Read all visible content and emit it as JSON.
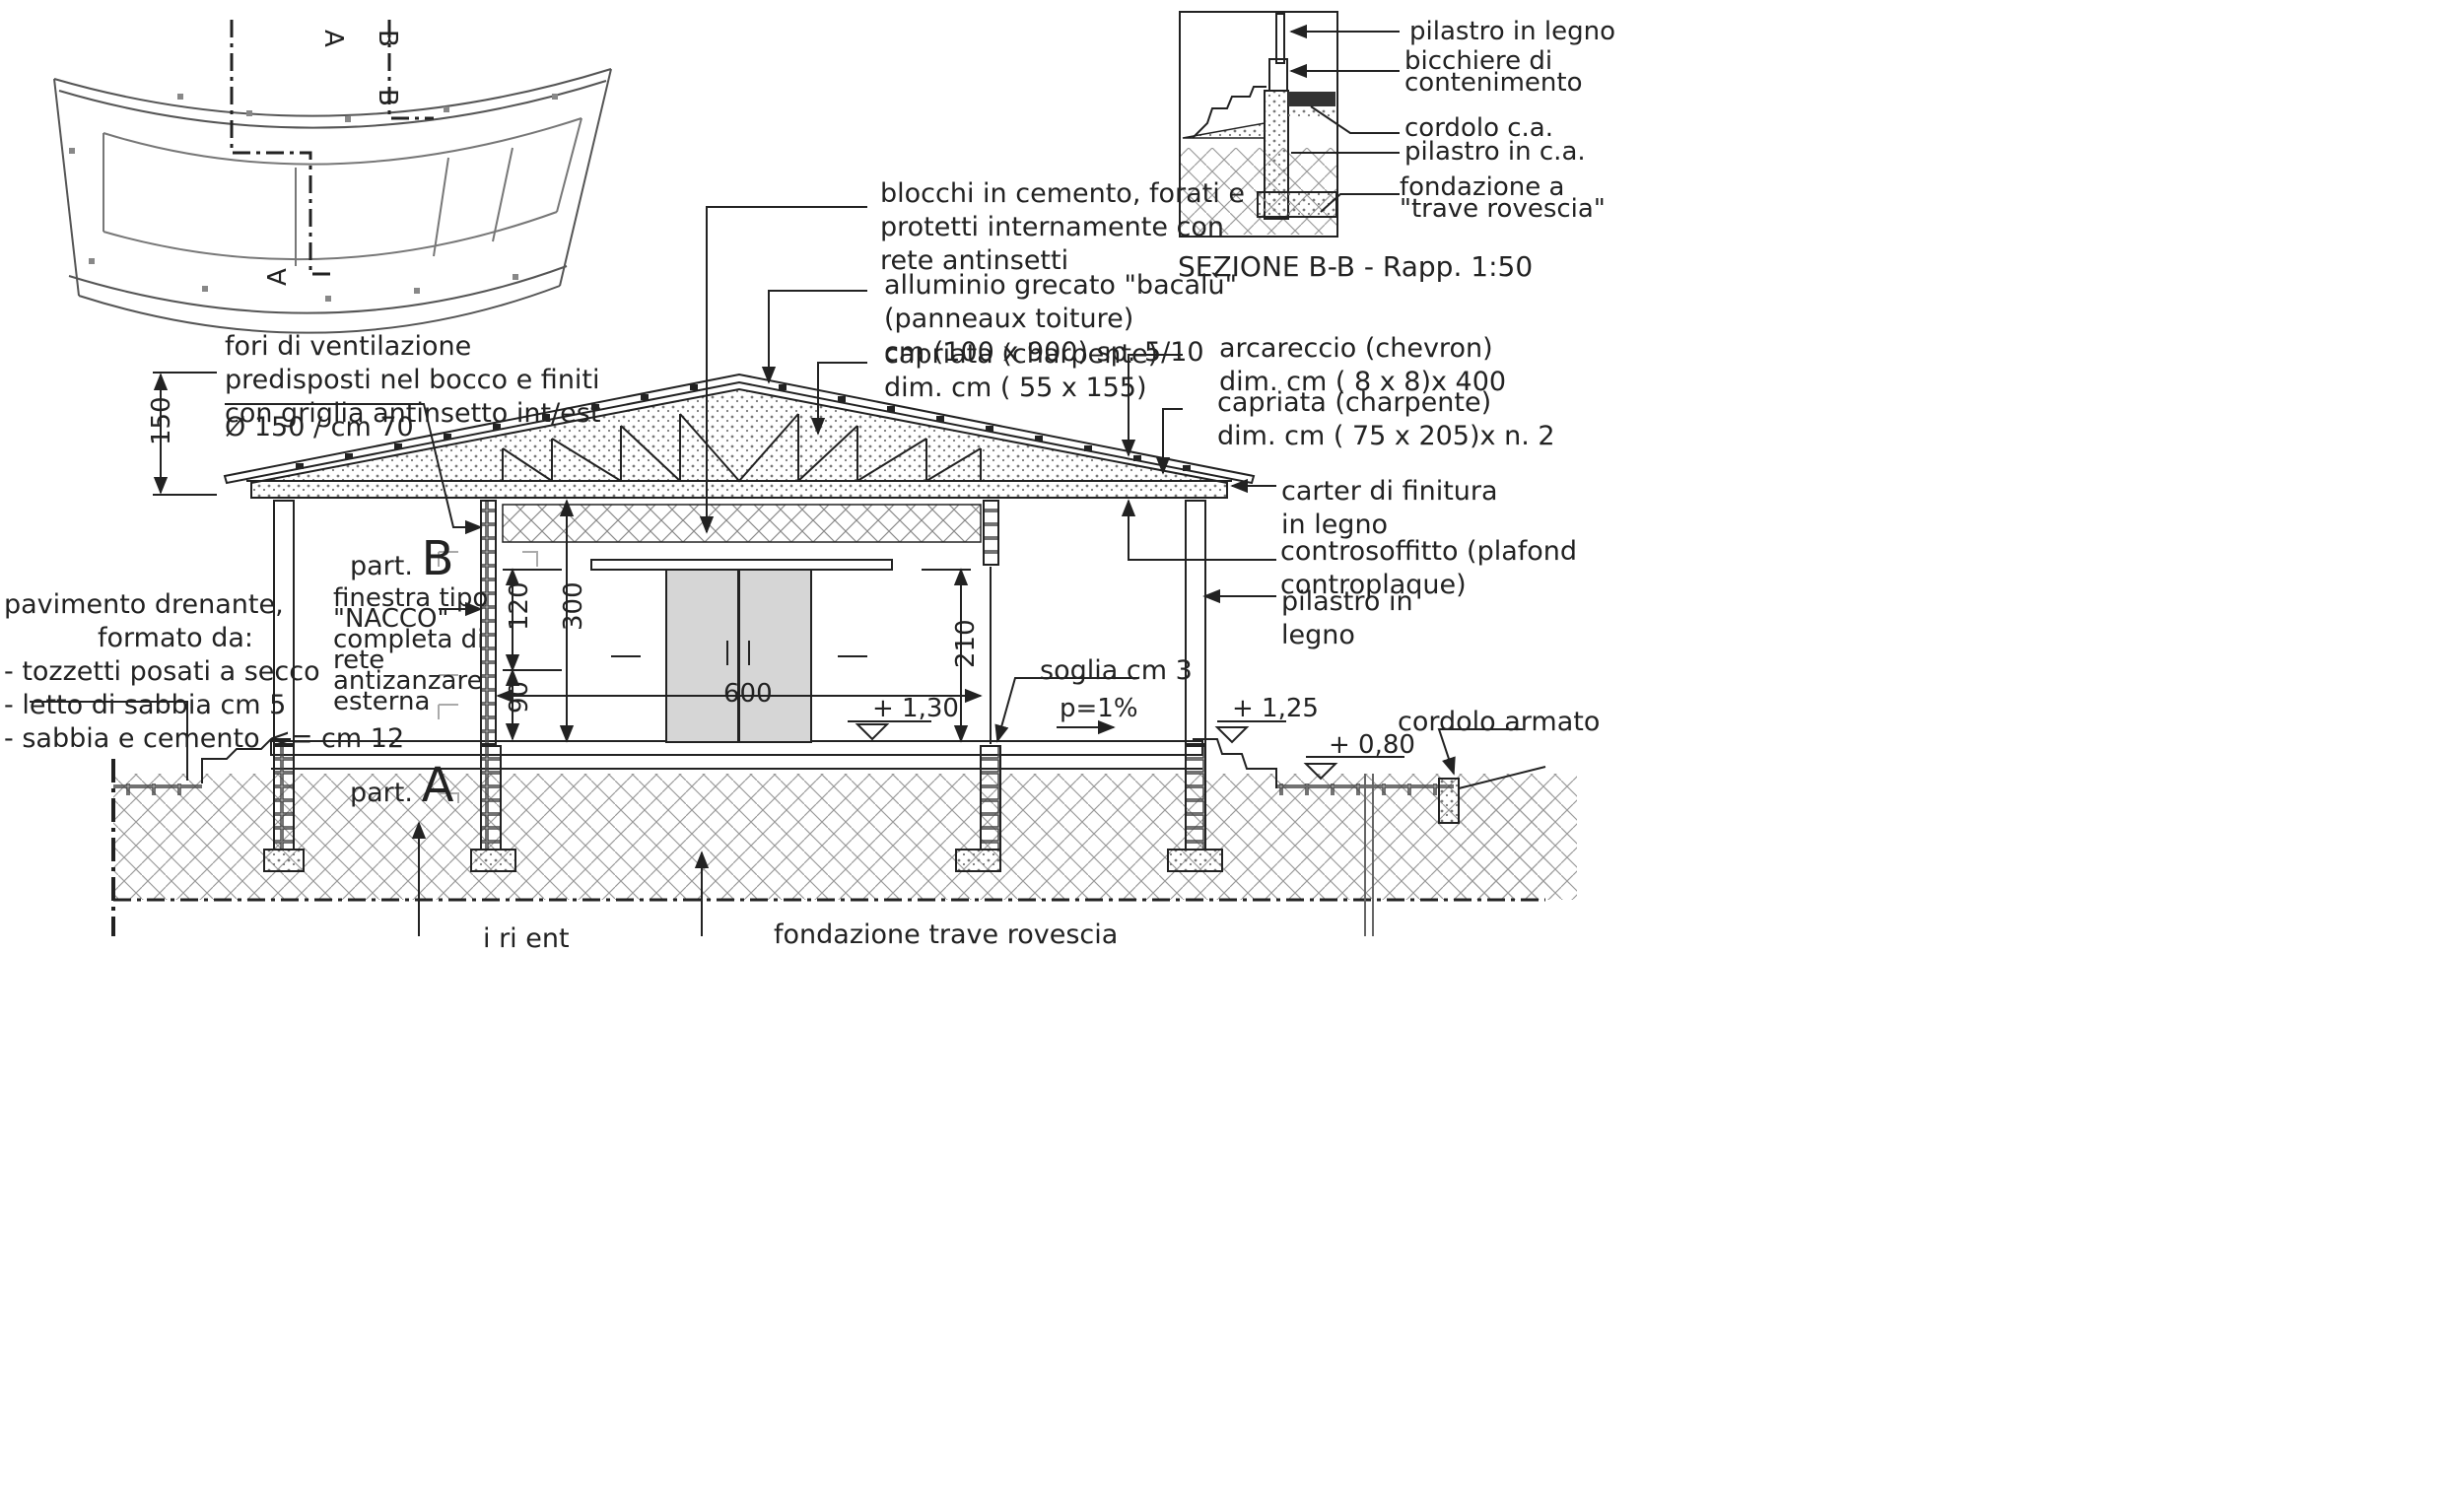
{
  "plan": {
    "section_a_mark": "A",
    "section_b_mark": "B"
  },
  "detail_bb": {
    "title": "SEZIONE B-B - Rapp. 1:50",
    "labels": {
      "pilastro_legno": "pilastro in legno",
      "bicchiere": [
        "bicchiere di",
        "contenimento"
      ],
      "cordolo": "cordolo c.a.",
      "pilastro_ca": "pilastro in c.a.",
      "fondazione": [
        "fondazione a",
        "\"trave rovescia\""
      ]
    }
  },
  "annotations": {
    "blocchi": [
      "blocchi in cemento, forati e",
      "protetti internamente con",
      "rete antinsetti"
    ],
    "alluminio": [
      "alluminio grecato \"bacalù\"",
      "(panneaux toiture)",
      "cm (100 x 900) sp. 5/10"
    ],
    "capriata_center": [
      "capriata (charpente)",
      "dim. cm ( 55 x 155)"
    ],
    "fori": [
      "fori di ventilazione",
      "predisposti nel bocco e finiti",
      "con griglia antinsetto int/est"
    ],
    "fori_dim": "Ø 150 / cm 70",
    "arcareccio": [
      "arcareccio (chevron)",
      "dim. cm ( 8 x 8)x 400"
    ],
    "capriata_right": [
      "capriata (charpente)",
      "dim. cm ( 75 x 205)x n. 2"
    ],
    "carter": [
      "carter di finitura",
      "in legno"
    ],
    "controsoffitto": [
      "controsoffitto (plafond",
      "controplaque)"
    ],
    "pilastro_right": [
      "pilastro in",
      "legno"
    ],
    "pavimento": [
      "pavimento drenante,",
      "formato da:",
      "- tozzetti posati a secco",
      "- letto di sabbia cm 5",
      "- sabbia e cemento <= cm 12"
    ],
    "finestra": [
      "finestra tipo",
      "\"NACCO\"",
      "completa di",
      "rete",
      "antizanzare",
      "esterna"
    ],
    "soglia": "soglia cm 3",
    "cordolo_armato": "cordolo armato",
    "fondazione_bottom": "fondazione trave rovescia",
    "bottom_left_partial": "i   ri   ent",
    "part_b_prefix": "part.",
    "part_b_letter": "B",
    "part_a_prefix": "part.",
    "part_a_letter": "A"
  },
  "dimensions": {
    "d150": "150",
    "d120": "120",
    "d300": "300",
    "d90": "90",
    "d600": "600",
    "d210": "210",
    "lvl_130": "+ 1,30",
    "lvl_125": "+ 1,25",
    "lvl_080": "+ 0,80",
    "slope": "p=1%"
  },
  "colors": {
    "line": "#222222",
    "door_fill": "#d6d6d6",
    "hatch": "#9a9a9a"
  }
}
